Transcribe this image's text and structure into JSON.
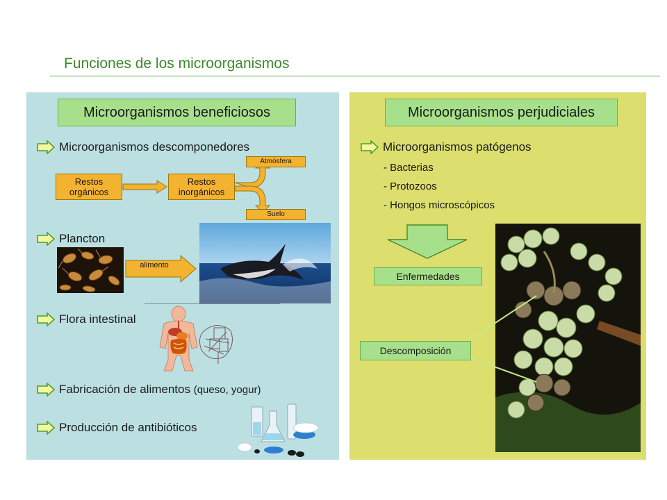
{
  "slide": {
    "title": "Funciones de los microorganismos"
  },
  "left": {
    "heading": "Microorganismos beneficiosos",
    "items": [
      {
        "label": "Microorganismos descomponedores"
      },
      {
        "label": "Plancton"
      },
      {
        "label": "Flora intestinal"
      },
      {
        "label": "Fabricación de alimentos",
        "note": "(queso, yogur)"
      },
      {
        "label": "Producción de antibióticos"
      }
    ],
    "cycle": {
      "organic": "Restos orgánicos",
      "inorganic": "Restos inorgánicos",
      "atmosphere": "Atmósfera",
      "soil": "Suelo"
    },
    "plankton_arrow": "alimento"
  },
  "right": {
    "heading": "Microorganismos perjudiciales",
    "item": "Microorganismos patógenos",
    "list": [
      "- Bacterias",
      "- Protozoos",
      "- Hongos microscópicos"
    ],
    "result": "Enfermedades",
    "decomposition": "Descomposición"
  },
  "colors": {
    "left_panel": "#bcdfe2",
    "right_panel": "#dcde6e",
    "heading_box": "#a7e08a",
    "orange_box": "#f3b22f",
    "title": "#3a8a2a"
  },
  "icons": [
    "bullet-arrow-icon",
    "plankton-image",
    "whale-image",
    "digestive-system-image",
    "lab-glassware-image",
    "grapes-image"
  ]
}
